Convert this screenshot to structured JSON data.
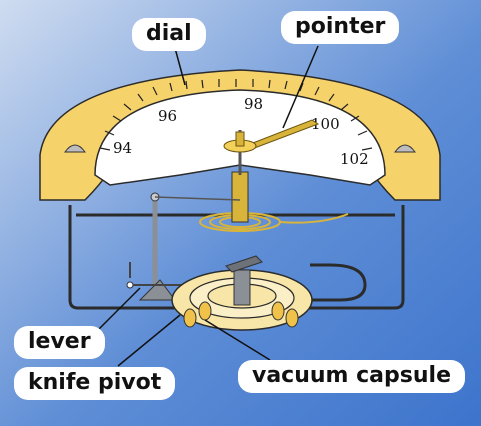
{
  "labels": {
    "dial": "dial",
    "pointer": "pointer",
    "lever": "lever",
    "knife_pivot": "knife pivot",
    "vacuum_capsule": "vacuum capsule"
  },
  "scale": {
    "ticks": [
      "94",
      "96",
      "98",
      "100",
      "102"
    ]
  },
  "colors": {
    "background_light": "#c6d8ef",
    "background_blue": "#4a7fd0",
    "dial_yellow": "#f6d26a",
    "dial_face": "#ffffff",
    "metal_gray": "#8b8f96",
    "brass": "#d9b43a",
    "capsule_fill": "#f8e6a8",
    "line_dark": "#2b2b2b"
  }
}
